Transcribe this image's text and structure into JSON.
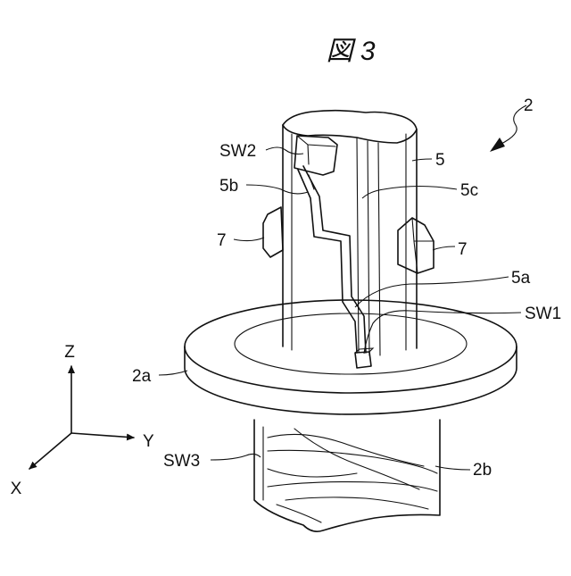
{
  "figure": {
    "title": "図 3",
    "labels": {
      "assembly": "2",
      "sw2": "SW2",
      "part5": "5",
      "p5b": "5b",
      "p5c": "5c",
      "pin_left": "7",
      "pin_right": "7",
      "p5a": "5a",
      "sw1": "SW1",
      "p2a": "2a",
      "sw3": "SW3",
      "p2b": "2b"
    },
    "axes": {
      "z": "Z",
      "y": "Y",
      "x": "X"
    }
  }
}
